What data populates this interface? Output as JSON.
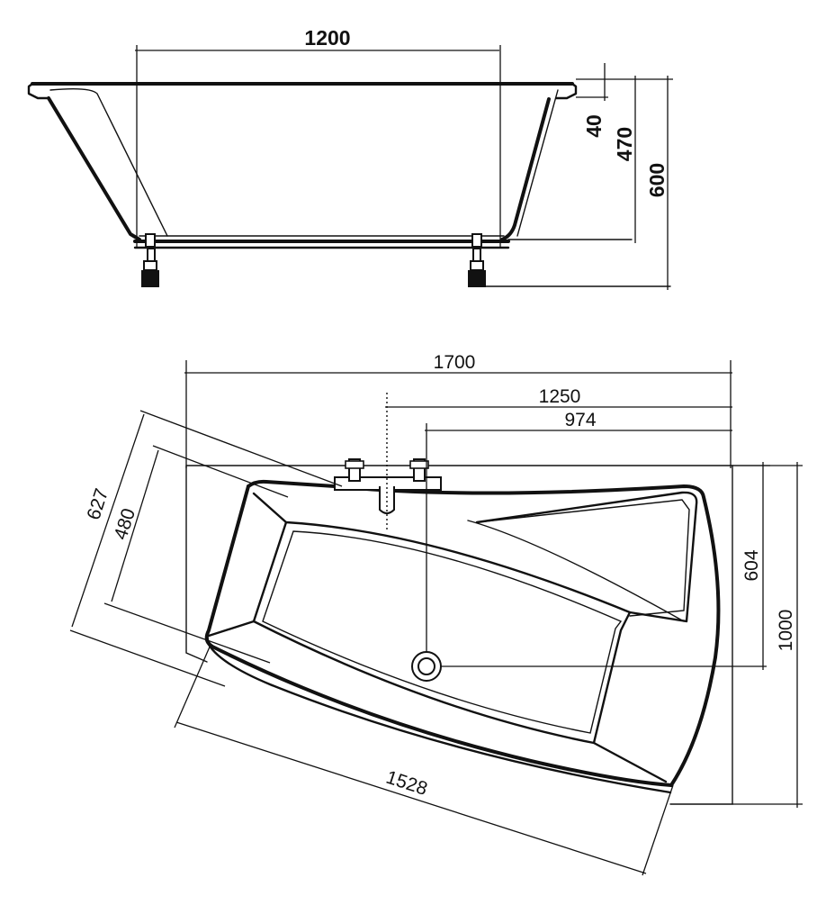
{
  "side_view": {
    "dimensions": {
      "length_inner": "1200",
      "rim_height": "40",
      "depth": "470",
      "total_height": "600"
    }
  },
  "top_view": {
    "dimensions": {
      "overall_length": "1700",
      "faucet_offset": "1250",
      "drain_offset": "974",
      "side_width": "627",
      "inner_width": "480",
      "right_drain_height": "604",
      "overall_width": "1000",
      "front_length": "1528"
    }
  }
}
